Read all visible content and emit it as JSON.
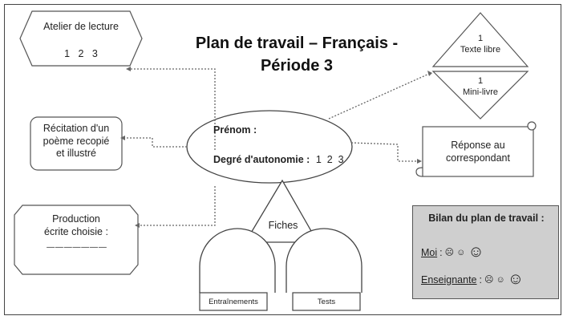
{
  "title": {
    "line1": "Plan de travail – Français -",
    "line2": "Période 3"
  },
  "atelier": {
    "label": "Atelier de lecture",
    "levels": "1   2   3"
  },
  "recitation": {
    "line1": "Récitation d'un",
    "line2": "poème recopié",
    "line3": "et illustré"
  },
  "production": {
    "line1": "Production",
    "line2": "écrite choisie :",
    "dashes": "— — — — — — —"
  },
  "center": {
    "prenom": "Prénom :",
    "degre": "Degré d'autonomie :",
    "levels": "1  2  3"
  },
  "fiches": {
    "label": "Fiches",
    "left_tab": "Entraînements",
    "right_tab": "Tests"
  },
  "texte_libre": {
    "number": "1",
    "label": "Texte libre"
  },
  "mini_livre": {
    "number": "1",
    "label": "Mini-livre"
  },
  "reponse": {
    "line1": "Réponse au",
    "line2": "correspondant"
  },
  "bilan": {
    "title": "Bilan du plan de travail :",
    "moi_label": "Moi",
    "enseignante_label": "Enseignante",
    "face_sad": "☹",
    "face_neutral": "☺",
    "face_happy": "☺"
  }
}
